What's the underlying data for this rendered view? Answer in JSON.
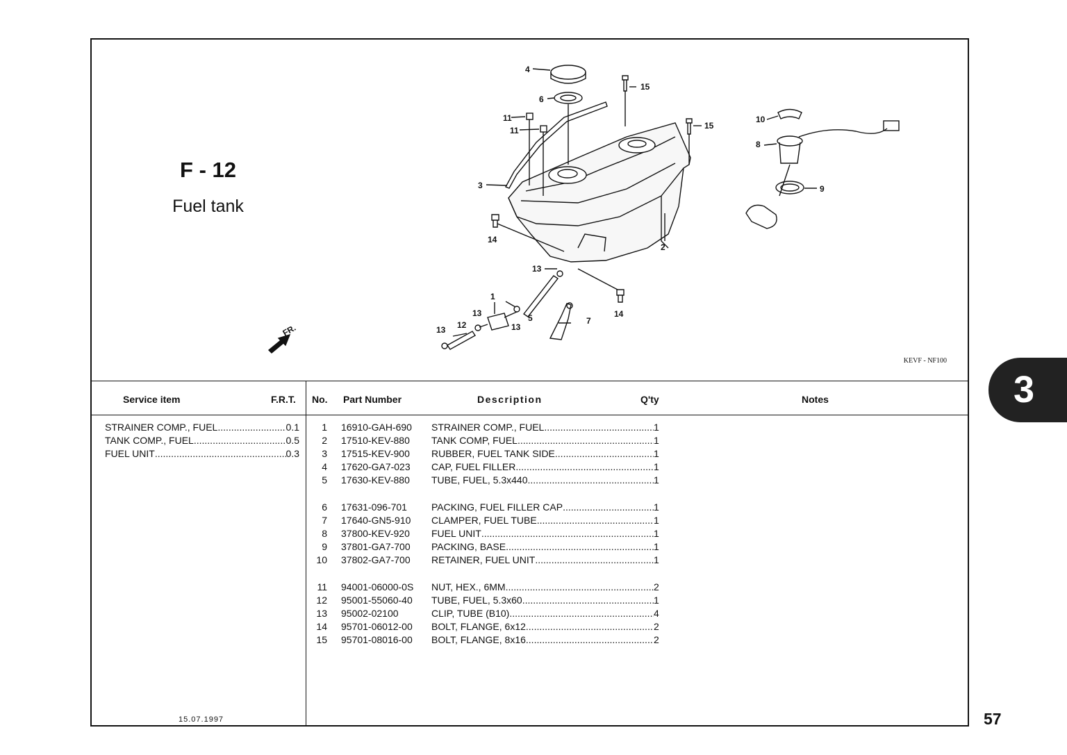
{
  "figure": {
    "code": "F - 12",
    "title": "Fuel tank",
    "ref_code": "KEVF - NF100",
    "direction_label": "FR."
  },
  "headers": {
    "service_item": "Service item",
    "frt": "F.R.T.",
    "no": "No.",
    "part_number": "Part Number",
    "description": "Description",
    "qty": "Q'ty",
    "notes": "Notes"
  },
  "service_items": [
    {
      "name": "STRAINER  COMP., FUEL",
      "frt": "0.1"
    },
    {
      "name": "TANK COMP., FUEL",
      "frt": "0.5"
    },
    {
      "name": "FUEL UNIT",
      "frt": "0.3"
    }
  ],
  "parts": [
    {
      "no": "1",
      "part_number": "16910-GAH-690",
      "description": "STRAINER COMP., FUEL",
      "qty": "1"
    },
    {
      "no": "2",
      "part_number": "17510-KEV-880",
      "description": "TANK COMP, FUEL",
      "qty": "1"
    },
    {
      "no": "3",
      "part_number": "17515-KEV-900",
      "description": "RUBBER, FUEL TANK SIDE",
      "qty": "1"
    },
    {
      "no": "4",
      "part_number": "17620-GA7-023",
      "description": "CAP, FUEL FILLER",
      "qty": "1"
    },
    {
      "no": "5",
      "part_number": "17630-KEV-880",
      "description": "TUBE, FUEL, 5.3x440",
      "qty": "1"
    },
    {
      "no": "6",
      "part_number": "17631-096-701",
      "description": "PACKING, FUEL FILLER CAP",
      "qty": "1"
    },
    {
      "no": "7",
      "part_number": "17640-GN5-910",
      "description": "CLAMPER, FUEL TUBE",
      "qty": "1"
    },
    {
      "no": "8",
      "part_number": "37800-KEV-920",
      "description": "FUEL UNIT",
      "qty": "1"
    },
    {
      "no": "9",
      "part_number": "37801-GA7-700",
      "description": "PACKING, BASE",
      "qty": "1"
    },
    {
      "no": "10",
      "part_number": "37802-GA7-700",
      "description": "RETAINER, FUEL UNIT",
      "qty": "1"
    },
    {
      "no": "11",
      "part_number": "94001-06000-0S",
      "description": "NUT, HEX., 6MM",
      "qty": "2"
    },
    {
      "no": "12",
      "part_number": "95001-55060-40",
      "description": "TUBE, FUEL, 5.3x60",
      "qty": "1"
    },
    {
      "no": "13",
      "part_number": "95002-02100",
      "description": "CLIP, TUBE (B10)",
      "qty": "4"
    },
    {
      "no": "14",
      "part_number": "95701-06012-00",
      "description": "BOLT, FLANGE, 6x12",
      "qty": "2"
    },
    {
      "no": "15",
      "part_number": "95701-08016-00",
      "description": "BOLT, FLANGE, 8x16",
      "qty": "2"
    }
  ],
  "date": "15.07.1997",
  "section_tab": "3",
  "page_number": "57"
}
